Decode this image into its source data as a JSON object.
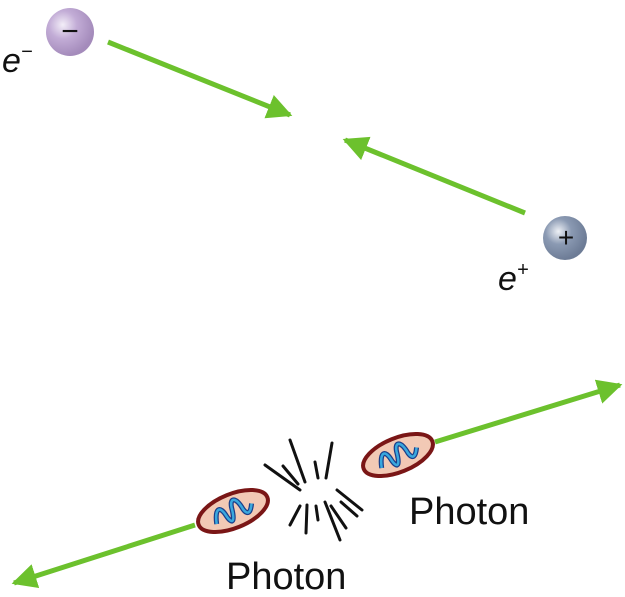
{
  "particles": {
    "electron": {
      "label": "e",
      "charge_sup": "−",
      "sign": "−"
    },
    "positron": {
      "label": "e",
      "charge_sup": "+",
      "sign": "+"
    }
  },
  "photons": [
    {
      "label": "Photon"
    },
    {
      "label": "Photon"
    }
  ],
  "colors": {
    "arrow": "#6cc12d",
    "electron": "#b8a2cc",
    "positron": "#8291ab",
    "photon_fill": "#f2c9b5",
    "photon_outline": "#7a1616",
    "wave": "#3aa8de"
  }
}
